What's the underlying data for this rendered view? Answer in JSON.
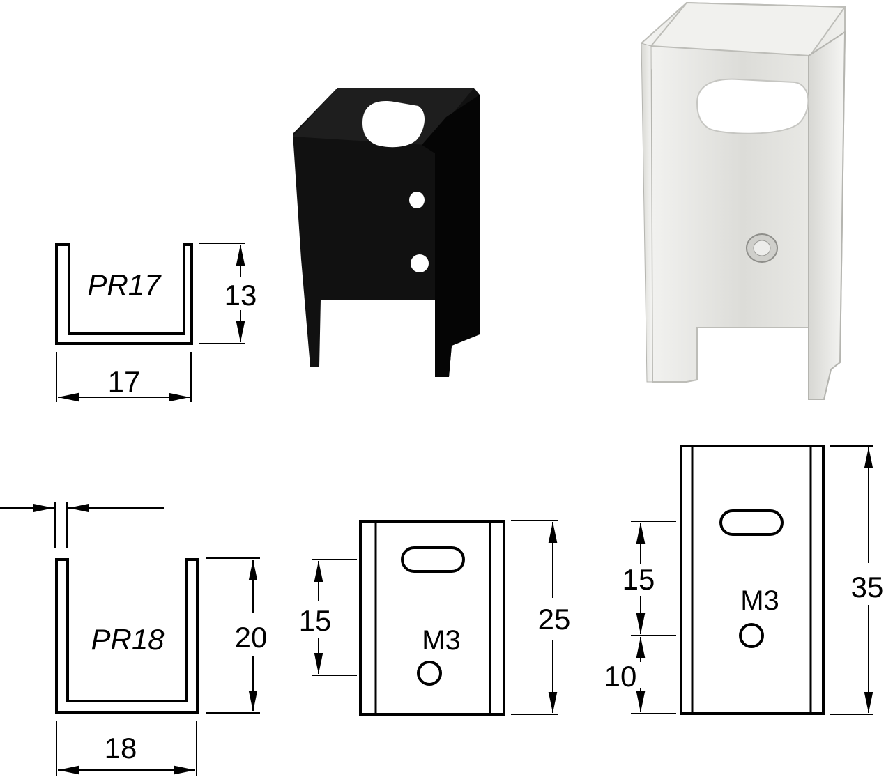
{
  "profiles": {
    "pr17": {
      "name": "PR17",
      "width": "17",
      "height": "13"
    },
    "pr18": {
      "name": "PR18",
      "width": "18",
      "height": "20"
    }
  },
  "front_views": {
    "short": {
      "height": "25",
      "hole_offset": "15",
      "thread": "M3"
    },
    "tall": {
      "height": "35",
      "hole_offset": "15",
      "bottom_offset": "10",
      "thread": "M3"
    }
  },
  "colors": {
    "ink": "#000000",
    "black_finish": "#111111",
    "aluminium": "#e6e6e3"
  }
}
